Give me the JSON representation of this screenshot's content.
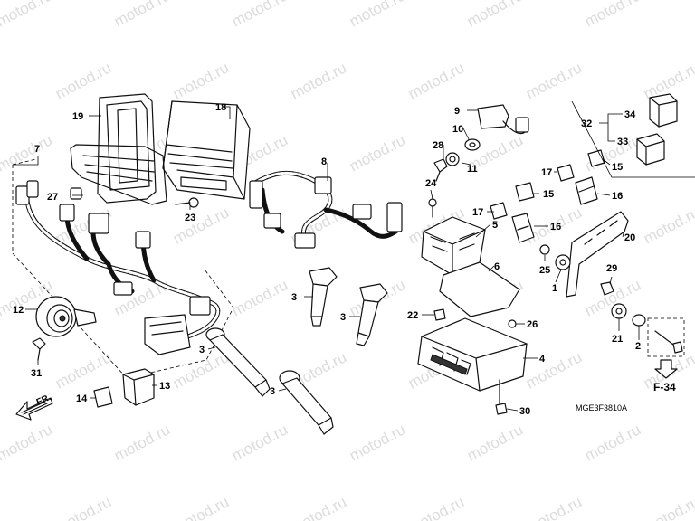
{
  "watermark": "motod.ru",
  "diagram_code": "MGE3F3810A",
  "ref_code": "F-34",
  "direction_label": "FR.",
  "callouts": {
    "c1": "1",
    "c2": "2",
    "c3a": "3",
    "c3b": "3",
    "c3c": "3",
    "c3d": "3",
    "c4": "4",
    "c5": "5",
    "c6": "6",
    "c7": "7",
    "c8": "8",
    "c9": "9",
    "c10": "10",
    "c11": "11",
    "c12": "12",
    "c13": "13",
    "c14": "14",
    "c15a": "15",
    "c15b": "15",
    "c16a": "16",
    "c16b": "16",
    "c17a": "17",
    "c17b": "17",
    "c18": "18",
    "c19": "19",
    "c20": "20",
    "c21": "21",
    "c22": "22",
    "c23": "23",
    "c24": "24",
    "c25": "25",
    "c26": "26",
    "c27": "27",
    "c28": "28",
    "c29": "29",
    "c30": "30",
    "c31": "31",
    "c32": "32",
    "c33": "33",
    "c34": "34"
  }
}
